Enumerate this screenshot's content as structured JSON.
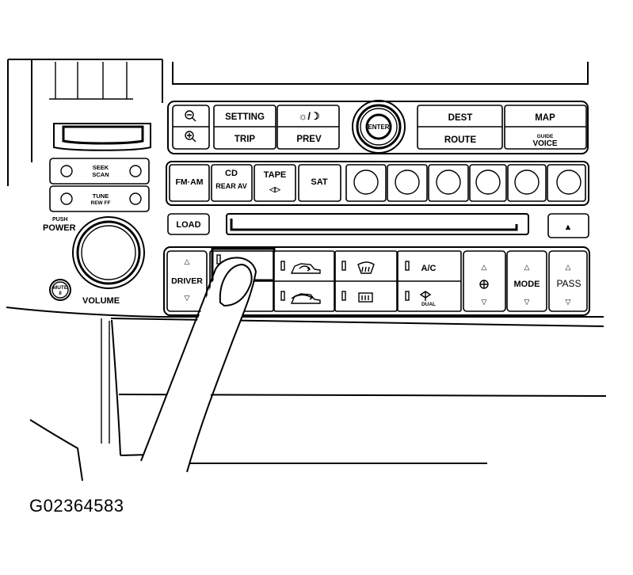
{
  "figure_id": "G02364583",
  "nav_row": {
    "zoom_out_icon": "zoom-out-icon",
    "zoom_in_icon": "zoom-in-icon",
    "setting": "SETTING",
    "trip": "TRIP",
    "brightness_icon": "☼/☽",
    "prev": "PREV",
    "enter": "ENTER",
    "dest": "DEST",
    "route": "ROUTE",
    "map": "MAP",
    "guide": "GUIDE",
    "voice": "VOICE"
  },
  "audio": {
    "seek": "SEEK",
    "scan": "SCAN",
    "tune": "TUNE",
    "rew_ff": "REW FF",
    "fm_am": "FM·AM",
    "cd": "CD",
    "rear_av": "REAR AV",
    "tape": "TAPE",
    "tape_icon": "◁▷",
    "sat": "SAT",
    "load": "LOAD",
    "eject_icon": "▲",
    "push": "PUSH",
    "power": "POWER",
    "mute": "MUTE",
    "mute_sub": "II",
    "volume": "VOLUME"
  },
  "climate": {
    "driver": "DRIVER",
    "up_icon": "△",
    "down_icon": "▽",
    "ac": "A/C",
    "dual": "DUAL",
    "mode": "MODE",
    "pass": "PASS"
  }
}
